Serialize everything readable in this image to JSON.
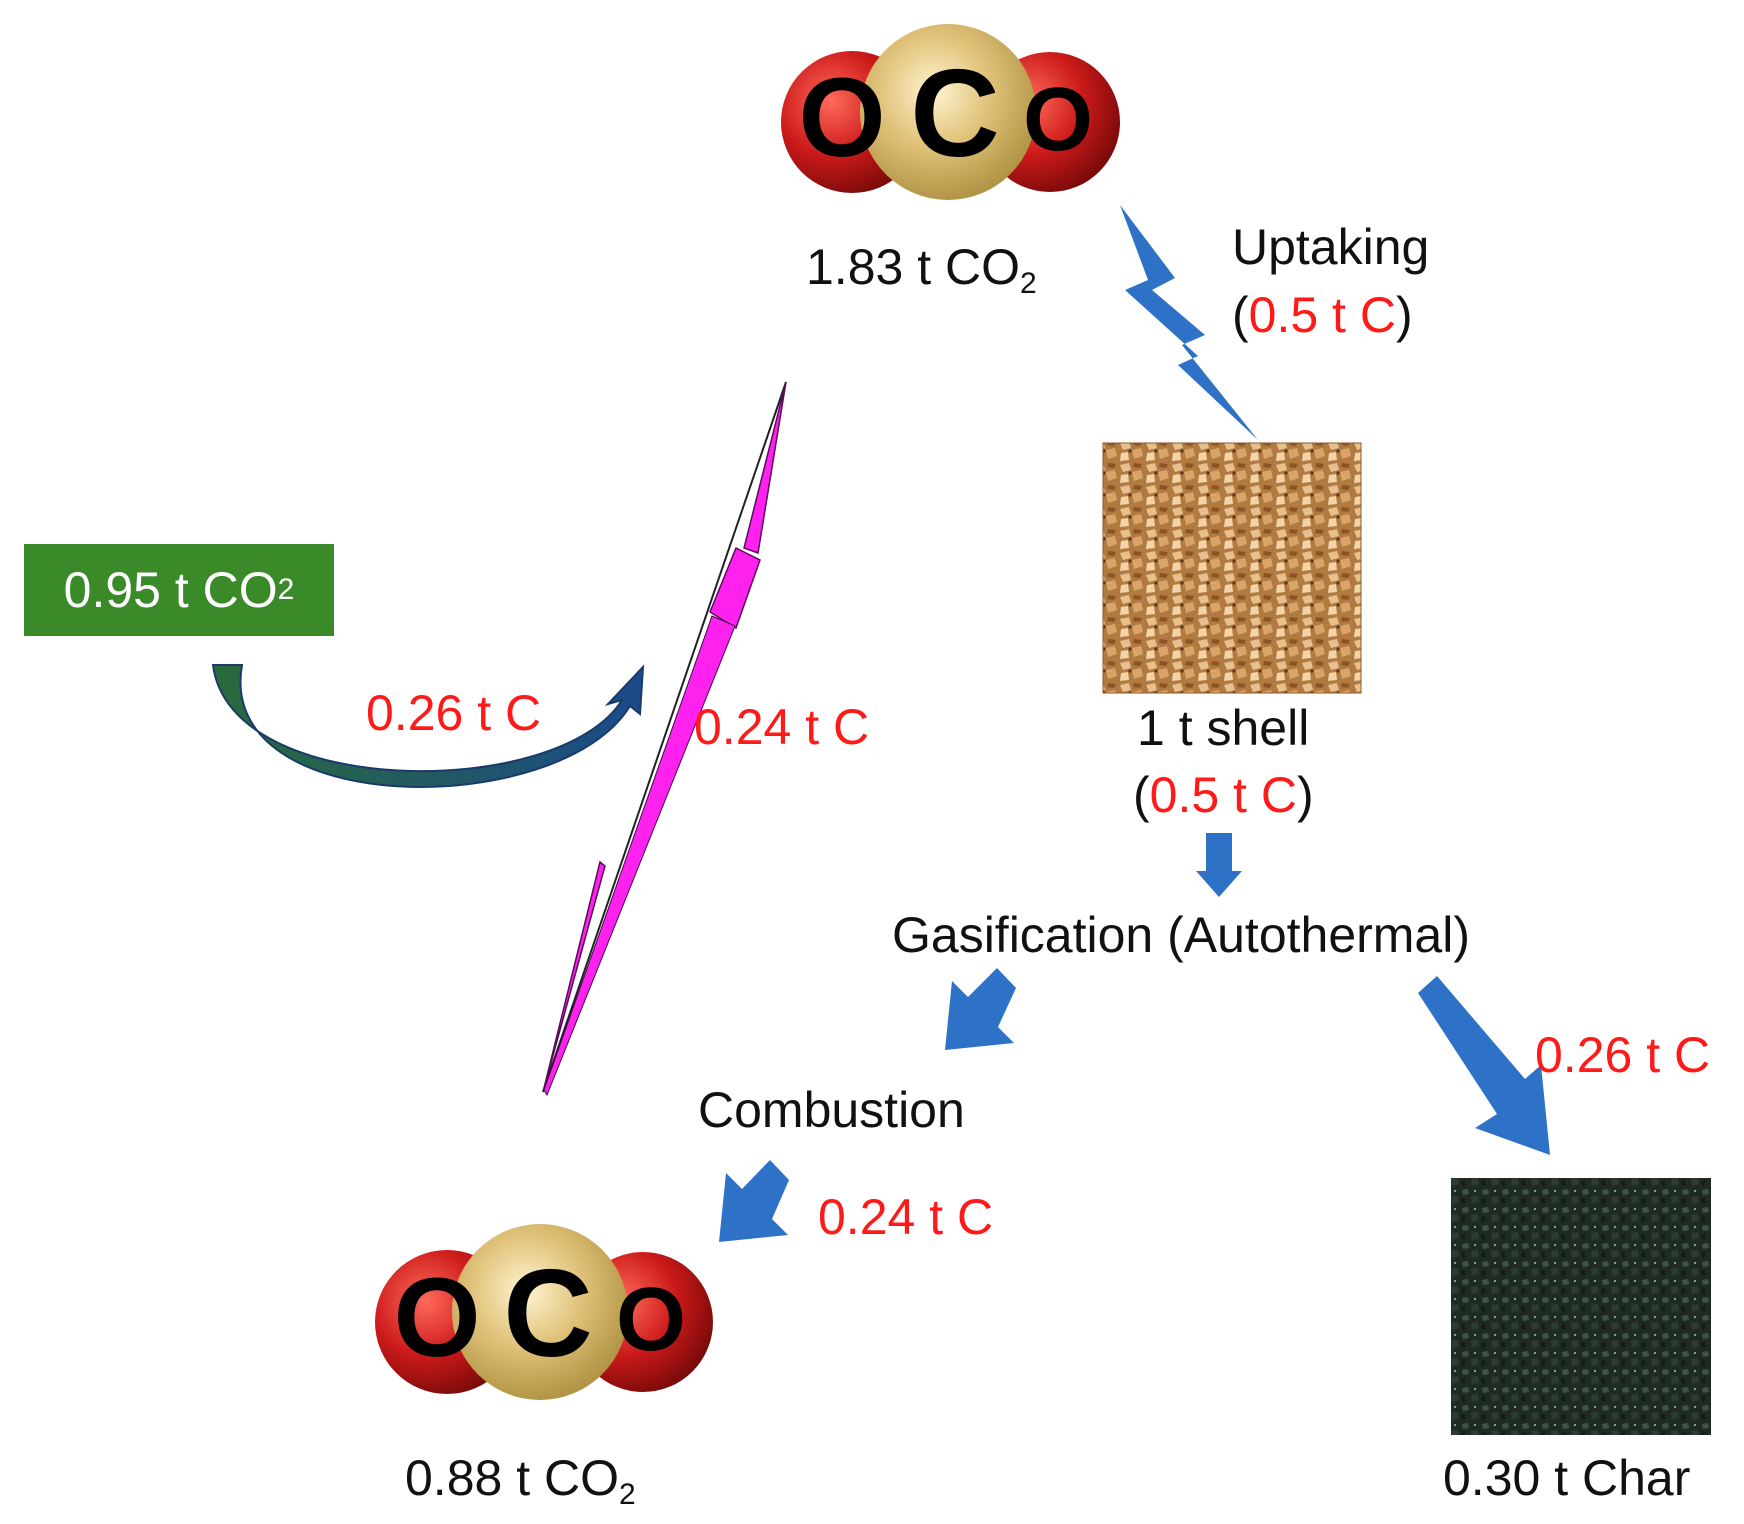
{
  "top_molecule": {
    "atom_left": "O",
    "atom_center": "C",
    "atom_right": "O",
    "label_main": "1.83 t CO",
    "label_sub": "2"
  },
  "uptaking": {
    "label": "Uptaking",
    "paren_open": "(",
    "value": "0.5 t C",
    "paren_close": ")"
  },
  "shell": {
    "label": "1 t shell",
    "paren_open": "(",
    "value": "0.5 t C",
    "paren_close": ")"
  },
  "gasification": {
    "label": "Gasification (Autothermal)"
  },
  "combustion": {
    "label": "Combustion",
    "flow_value": "0.24 t C"
  },
  "char_flow": {
    "value": "0.26 t C"
  },
  "char": {
    "label": "0.30 t Char"
  },
  "bottom_molecule": {
    "atom_left": "O",
    "atom_center": "C",
    "atom_right": "O",
    "label_main": "0.88 t CO",
    "label_sub": "2"
  },
  "green_box": {
    "label_main": "0.95 t CO",
    "label_sub": "2"
  },
  "curved_flow": {
    "value": "0.26 t C"
  },
  "vertical_flow": {
    "value": "0.24 t C"
  },
  "colors": {
    "red_value": "#ff1a1a",
    "blue_arrow": "#2e72c8",
    "green_box": "#3a8a2a",
    "magenta_arrow": "#ff22ee",
    "oxygen_red": "#cc1a1a",
    "carbon_gold": "#d9b866"
  }
}
